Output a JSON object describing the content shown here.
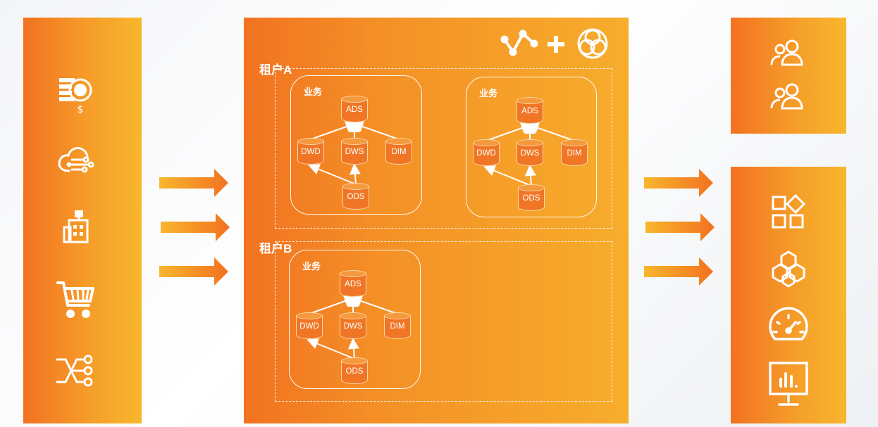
{
  "tenants": [
    {
      "label": "租户A"
    },
    {
      "label": "租户B"
    }
  ],
  "business_blocks": [
    {
      "label": "业务",
      "nodes": {
        "ads": "ADS",
        "dwd": "DWD",
        "dws": "DWS",
        "dim": "DIM",
        "ods": "ODS"
      }
    },
    {
      "label": "业务",
      "nodes": {
        "ads": "ADS",
        "dwd": "DWD",
        "dws": "DWS",
        "dim": "DIM",
        "ods": "ODS"
      }
    },
    {
      "label": "业务",
      "nodes": {
        "ads": "ADS",
        "dwd": "DWD",
        "dws": "DWS",
        "dim": "DIM",
        "ods": "ODS"
      }
    }
  ],
  "left_icons": [
    "finance-coin-icon",
    "cloud-network-icon",
    "building-icon",
    "shopping-cart-icon",
    "shuffle-connect-icon"
  ],
  "center_header_icons": [
    "chart-line-icon",
    "plus-icon",
    "triple-circle-icon"
  ],
  "right_top_icons": [
    "users-icon",
    "users-icon"
  ],
  "right_bottom_icons": [
    "apps-grid-icon",
    "hexagon-cluster-icon",
    "speedometer-icon",
    "monitor-chart-icon"
  ],
  "colors": {
    "panel_start": "#f27221",
    "panel_end": "#f8b62d",
    "node_fill": "#f07626"
  }
}
